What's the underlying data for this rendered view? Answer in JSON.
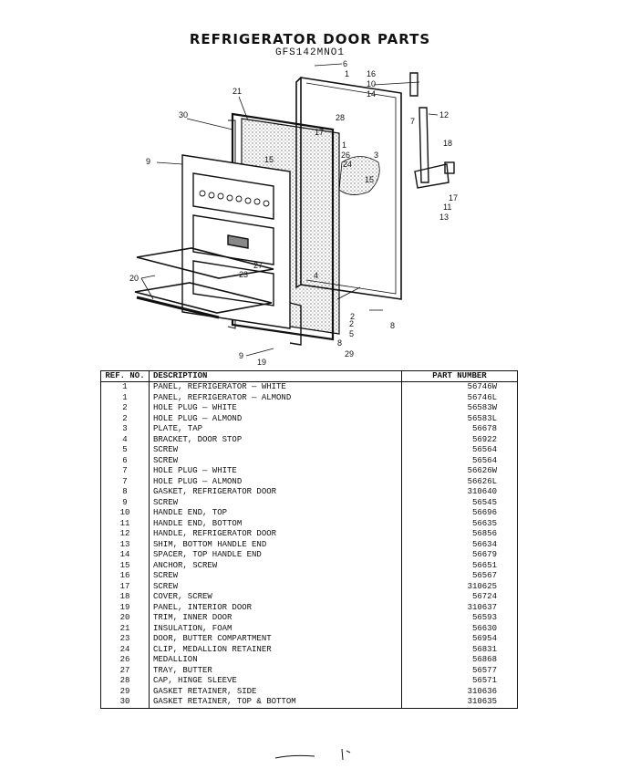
{
  "title": "REFRIGERATOR DOOR PARTS",
  "model": "GFS142MNO1",
  "callouts": [
    "30",
    "21",
    "9",
    "20",
    "27",
    "23",
    "9",
    "19",
    "6",
    "1",
    "28",
    "17",
    "1",
    "26",
    "24",
    "15",
    "3",
    "15",
    "4",
    "2",
    "5",
    "8",
    "29",
    "16",
    "10",
    "14",
    "7",
    "12",
    "18",
    "17",
    "11",
    "13",
    "2",
    "8"
  ],
  "table": {
    "headers": {
      "ref": "REF. NO.",
      "description": "DESCRIPTION",
      "part": "PART NUMBER"
    },
    "rows": [
      {
        "ref": "1",
        "desc": "PANEL, REFRIGERATOR — WHITE",
        "part": "56746W"
      },
      {
        "ref": "1",
        "desc": "PANEL, REFRIGERATOR — ALMOND",
        "part": "56746L"
      },
      {
        "ref": "2",
        "desc": "HOLE PLUG — WHITE",
        "part": "56583W"
      },
      {
        "ref": "2",
        "desc": "HOLE PLUG — ALMOND",
        "part": "56583L"
      },
      {
        "ref": "3",
        "desc": "PLATE, TAP",
        "part": "56678"
      },
      {
        "ref": "4",
        "desc": "BRACKET, DOOR STOP",
        "part": "56922"
      },
      {
        "ref": "5",
        "desc": "SCREW",
        "part": "56564"
      },
      {
        "ref": "6",
        "desc": "SCREW",
        "part": "56564"
      },
      {
        "ref": "7",
        "desc": "HOLE PLUG — WHITE",
        "part": "56626W"
      },
      {
        "ref": "7",
        "desc": "HOLE PLUG — ALMOND",
        "part": "56626L"
      },
      {
        "ref": "8",
        "desc": "GASKET, REFRIGERATOR DOOR",
        "part": "310640"
      },
      {
        "ref": "9",
        "desc": "SCREW",
        "part": "56545"
      },
      {
        "ref": "10",
        "desc": "HANDLE END, TOP",
        "part": "56696"
      },
      {
        "ref": "11",
        "desc": "HANDLE END, BOTTOM",
        "part": "56635"
      },
      {
        "ref": "12",
        "desc": "HANDLE, REFRIGERATOR DOOR",
        "part": "56856"
      },
      {
        "ref": "13",
        "desc": "SHIM, BOTTOM HANDLE END",
        "part": "56634"
      },
      {
        "ref": "14",
        "desc": "SPACER, TOP HANDLE END",
        "part": "56679"
      },
      {
        "ref": "15",
        "desc": "ANCHOR, SCREW",
        "part": "56651"
      },
      {
        "ref": "16",
        "desc": "SCREW",
        "part": "56567"
      },
      {
        "ref": "17",
        "desc": "SCREW",
        "part": "310625"
      },
      {
        "ref": "18",
        "desc": "COVER, SCREW",
        "part": "56724"
      },
      {
        "ref": "19",
        "desc": "PANEL, INTERIOR DOOR",
        "part": "310637"
      },
      {
        "ref": "20",
        "desc": "TRIM, INNER DOOR",
        "part": "56593"
      },
      {
        "ref": "21",
        "desc": "INSULATION, FOAM",
        "part": "56630"
      },
      {
        "ref": "23",
        "desc": "DOOR, BUTTER COMPARTMENT",
        "part": "56954"
      },
      {
        "ref": "24",
        "desc": "CLIP, MEDALLION RETAINER",
        "part": "56831"
      },
      {
        "ref": "26",
        "desc": "MEDALLION",
        "part": "56868"
      },
      {
        "ref": "27",
        "desc": "TRAY, BUTTER",
        "part": "56577"
      },
      {
        "ref": "28",
        "desc": "CAP, HINGE SLEEVE",
        "part": "56571"
      },
      {
        "ref": "29",
        "desc": "GASKET RETAINER, SIDE",
        "part": "310636"
      },
      {
        "ref": "30",
        "desc": "GASKET RETAINER, TOP & BOTTOM",
        "part": "310635"
      }
    ]
  }
}
